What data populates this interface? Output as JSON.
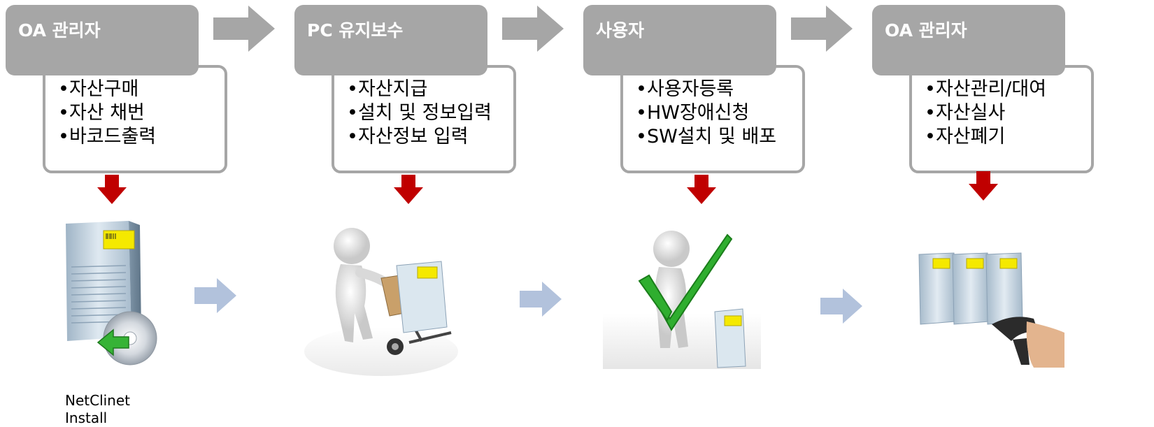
{
  "colors": {
    "header_bg": "#a6a6a6",
    "box_border": "#a6a6a6",
    "top_arrow": "#a6a6a6",
    "down_arrow": "#c00000",
    "mid_arrow": "#b2c2dc"
  },
  "stages": [
    {
      "title": "OA 관리자",
      "items": [
        "자산구매",
        "자산 채번",
        "바코드출력"
      ],
      "illustration": "server-with-install-disc"
    },
    {
      "title": "PC 유지보수",
      "items": [
        "자산지급",
        "설치 및 정보입력",
        "자산정보 입력"
      ],
      "illustration": "figure-with-hand-truck"
    },
    {
      "title": "사용자",
      "items": [
        "사용자등록",
        "HW장애신청",
        "SW설치 및 배포"
      ],
      "illustration": "figure-with-checkmark"
    },
    {
      "title": "OA 관리자",
      "items": [
        "자산관리/대여",
        "자산실사",
        "자산폐기"
      ],
      "illustration": "servers-with-barcode-scanner"
    }
  ],
  "caption": {
    "line1": "NetClinet",
    "line2": "Install"
  }
}
